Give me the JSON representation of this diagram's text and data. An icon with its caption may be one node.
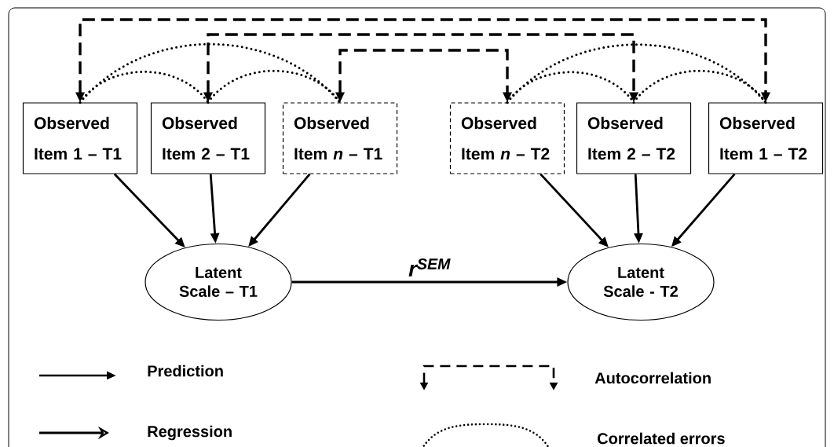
{
  "diagram": {
    "nodes": [
      {
        "text": [
          "Observed Item 1 – T1"
        ]
      },
      {
        "text": [
          "Observed Item 2 – T1"
        ]
      },
      {
        "text": [
          "Observed Item *n* – T1"
        ]
      },
      {
        "text": [
          "Observed Item *n* – T2"
        ]
      },
      {
        "text": [
          "Observed Item 2 – T2"
        ]
      },
      {
        "text": [
          "Observed Item 1 – T2"
        ]
      },
      {
        "text": [
          "Latent Scale – T1"
        ]
      },
      {
        "text": [
          "Latent Scale - T2"
        ]
      }
    ],
    "edges": [
      {
        "from": 0,
        "to": 6,
        "arrow": "to"
      },
      {
        "from": 1,
        "to": 6,
        "arrow": "to"
      },
      {
        "from": 2,
        "to": 6,
        "arrow": "to"
      },
      {
        "from": 3,
        "to": 7,
        "arrow": "to"
      },
      {
        "from": 4,
        "to": 7,
        "arrow": "to"
      },
      {
        "from": 5,
        "to": 7,
        "arrow": "to"
      },
      {
        "from": 6,
        "to": 7,
        "arrow": "to",
        "label": "**r**$^{SEM}$"
      },
      {
        "from": 0,
        "to": 5,
        "arrow": "both",
        "style": "dashed"
      },
      {
        "from": 1,
        "to": 4,
        "arrow": "both",
        "style": "dashed"
      },
      {
        "from": 2,
        "to": 3,
        "arrow": "both",
        "style": "dashed"
      },
      {
        "from": 0,
        "to": 1,
        "arrow": "none",
        "style": "dashed"
      },
      {
        "from": 0,
        "to": 2,
        "arrow": "none",
        "style": "dashed"
      },
      {
        "from": 1,
        "to": 2,
        "arrow": "none",
        "style": "dashed"
      },
      {
        "from": 3,
        "to": 4,
        "arrow": "none",
        "style": "dashed"
      },
      {
        "from": 3,
        "to": 5,
        "arrow": "none",
        "style": "dashed"
      },
      {
        "from": 4,
        "to": 5,
        "arrow": "none",
        "style": "dashed"
      }
    ],
    "legend": [
      {
        "text": "Prediction"
      },
      {
        "text": "Regression"
      },
      {
        "text": "Autocorrelation"
      },
      {
        "text": "Correlated errors"
      }
    ]
  }
}
